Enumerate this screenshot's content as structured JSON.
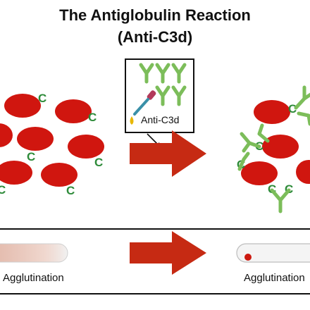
{
  "title_line1": "The Antiglobulin Reaction",
  "title_line2": "(Anti-C3d)",
  "reagent": {
    "label": "Anti-C3d"
  },
  "cell_marker": "C",
  "results": {
    "before": "Agglutination",
    "after": "Agglutination"
  },
  "colors": {
    "red_cell": "#d0160f",
    "complement": "#2e8b3a",
    "antibody": "#7cbd5a",
    "arrow": "#c62a13",
    "dropper_bulb": "#b23a5a",
    "dropper_tip": "#3a90a8",
    "drop": "#e8b700"
  },
  "icons": [
    "red-blood-cell",
    "complement-c3d",
    "antibody-y",
    "dropper-icon",
    "drop-icon",
    "arrow-icon",
    "test-tube"
  ]
}
